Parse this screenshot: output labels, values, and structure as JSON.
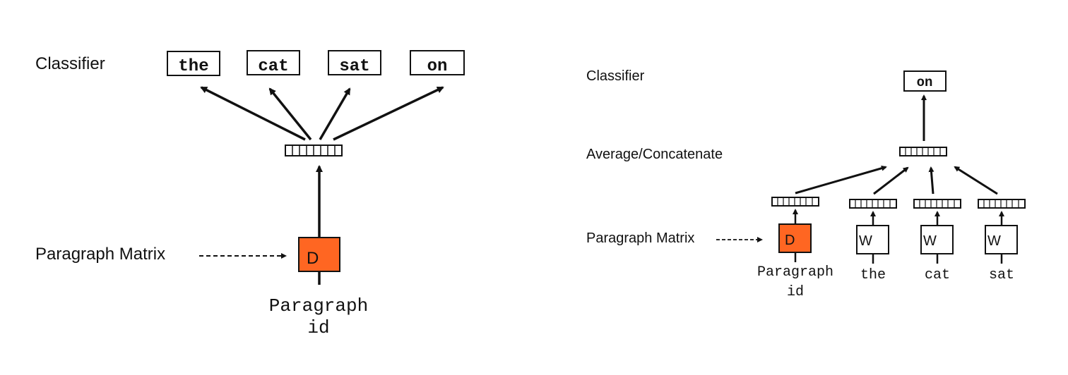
{
  "colors": {
    "paragraph_box_fill": "#ff6622",
    "stroke": "#111111",
    "background": "#ffffff"
  },
  "left_diagram": {
    "classifier_label": "Classifier",
    "matrix_label": "Paragraph Matrix",
    "outputs": [
      "the",
      "cat",
      "sat",
      "on"
    ],
    "paragraph_box_letter": "D",
    "input_label_line1": "Paragraph",
    "input_label_line2": "id"
  },
  "right_diagram": {
    "classifier_label": "Classifier",
    "average_label": "Average/Concatenate",
    "matrix_label": "Paragraph Matrix",
    "output": "on",
    "paragraph_box_letter": "D",
    "word_box_letters": [
      "W",
      "W",
      "W"
    ],
    "input_labels": [
      "the",
      "cat",
      "sat"
    ],
    "paragraph_input_line1": "Paragraph",
    "paragraph_input_line2": "id"
  }
}
